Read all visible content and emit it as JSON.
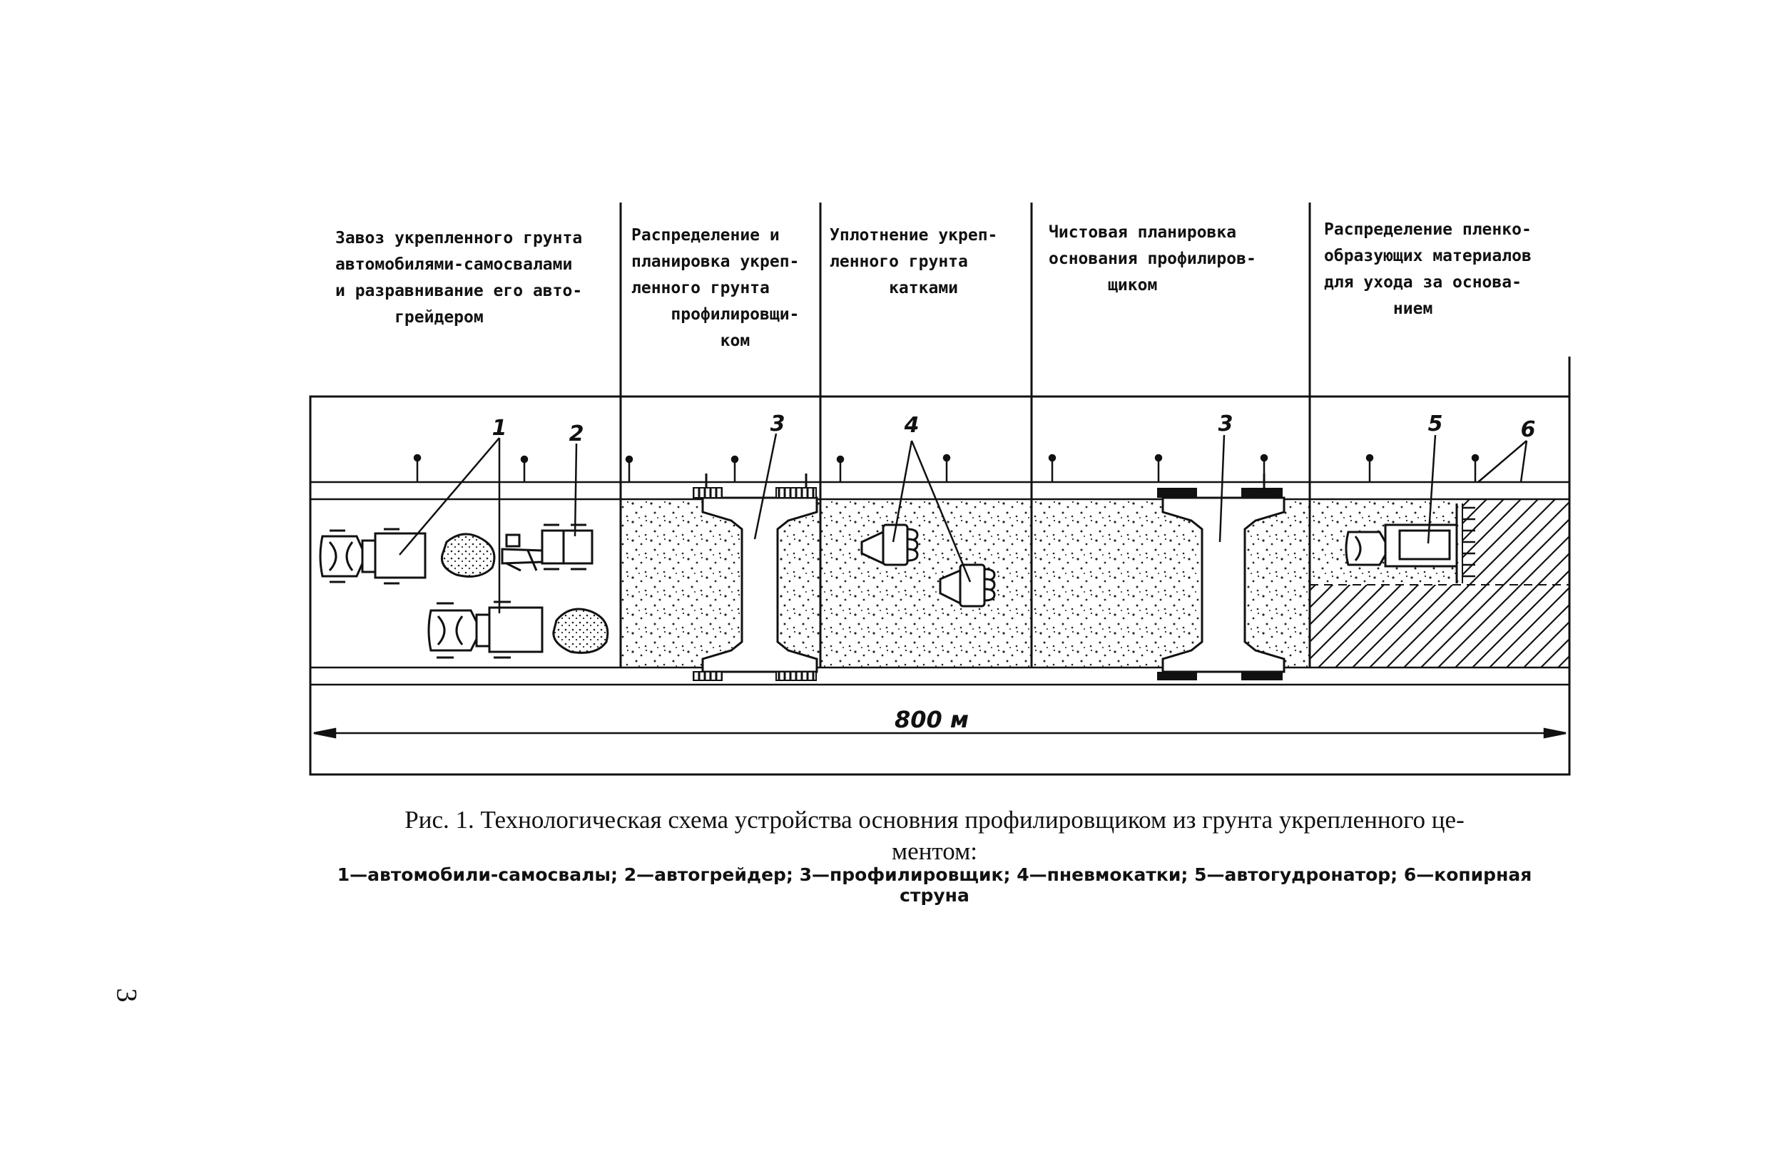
{
  "stages": [
    {
      "id": "stage-1",
      "text": "Завоз укрепленного грунта\nавтомобилями-самосвалами\nи разравнивание его авто-\n      грейдером"
    },
    {
      "id": "stage-2",
      "text": "Распределение и\nпланировка укреп-\nленного грунта\n    профилировщи-\n         ком"
    },
    {
      "id": "stage-3",
      "text": "Уплотнение укреп-\nленного грунта\n      катками"
    },
    {
      "id": "stage-4",
      "text": "Чистовая планировка\nоснования профилиров-\n      щиком"
    },
    {
      "id": "stage-5",
      "text": "Распределение пленко-\nобразующих материалов\nдля ухода за основа-\n       нием"
    }
  ],
  "callouts": {
    "c1": "1",
    "c2": "2",
    "c3a": "3",
    "c4": "4",
    "c3b": "3",
    "c5": "5",
    "c6": "6"
  },
  "dimension": {
    "length": "800 м"
  },
  "caption": {
    "main": "Рис. 1. Технологическая схема устройства основния профилировщиком из грунта укрепленного це-\nментом:",
    "legend": "1—автомобили-самосвалы; 2—автогрейдер; 3—профилировщик; 4—пневмокатки; 5—автогудронатор; 6—копирная струна"
  },
  "page_number": "3",
  "colors": {
    "ink": "#111111",
    "paper": "#ffffff"
  }
}
